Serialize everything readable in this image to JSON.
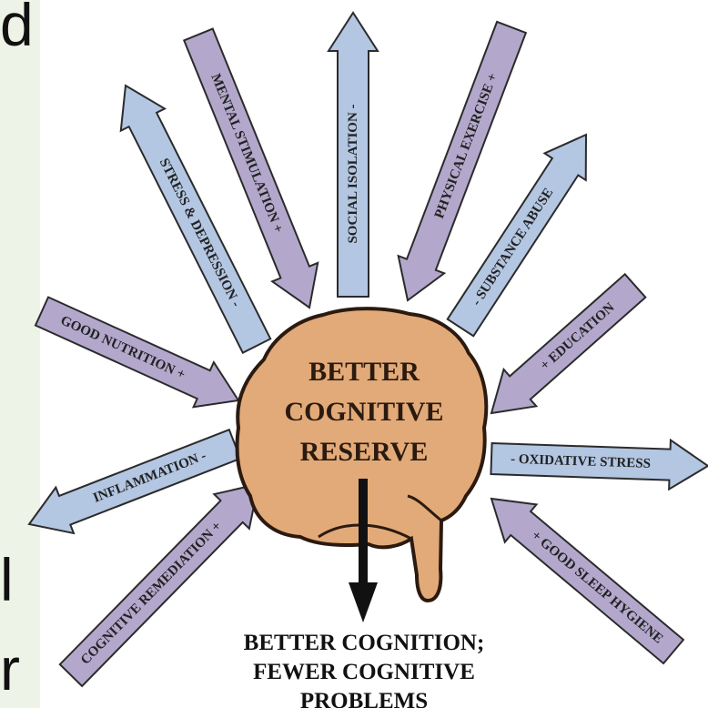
{
  "left_strip": {
    "letters": [
      "d",
      "l",
      "r"
    ]
  },
  "center": {
    "lines": [
      "BETTER",
      "COGNITIVE",
      "RESERVE"
    ]
  },
  "outcome": {
    "lines": [
      "BETTER COGNITION;",
      "FEWER COGNITIVE",
      "PROBLEMS"
    ]
  },
  "factors": [
    {
      "label": "MENTAL STIMULATION +",
      "direction": "in"
    },
    {
      "label": "SOCIAL ISOLATION -",
      "direction": "out"
    },
    {
      "label": "PHYSICAL EXERCISE +",
      "direction": "in"
    },
    {
      "label": "STRESS & DEPRESSION -",
      "direction": "out"
    },
    {
      "label": "- SUBSTANCE ABUSE",
      "direction": "out"
    },
    {
      "label": "GOOD NUTRITION +",
      "direction": "in"
    },
    {
      "label": "+ EDUCATION",
      "direction": "in"
    },
    {
      "label": "INFLAMMATION -",
      "direction": "out"
    },
    {
      "label": "- OXIDATIVE STRESS",
      "direction": "out"
    },
    {
      "label": "COGNITIVE REMEDIATION +",
      "direction": "in"
    },
    {
      "label": "+ GOOD SLEEP HYGIENE",
      "direction": "in"
    }
  ],
  "colors": {
    "arrow_in": "#b3a8cc",
    "arrow_out": "#b3c6e2",
    "arrow_stroke": "#2b2b2b",
    "brain_fill": "#e2aa78",
    "brain_stroke": "#2b1a10",
    "left_strip": "#eef3e8"
  }
}
